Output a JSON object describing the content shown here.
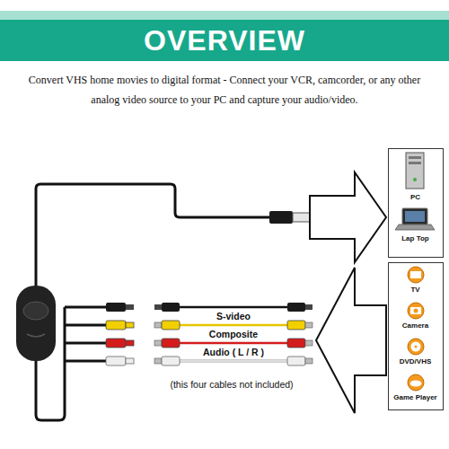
{
  "diagram": {
    "title": "OVERVIEW",
    "nodes": [
      {
        "text": [
          "PC",
          "Lap Top"
        ]
      },
      {
        "text": [
          "TV",
          "Camera",
          "DVD/VHS",
          "Game Player"
        ]
      }
    ],
    "labels": [
      "Convert VHS home movies to digital format - Connect your VCR, camcorder, or any other analog video source to your PC and capture your audio/video.",
      "S-video",
      "Composite",
      "Audio ( L / R )",
      "(this four cables not included)"
    ]
  }
}
